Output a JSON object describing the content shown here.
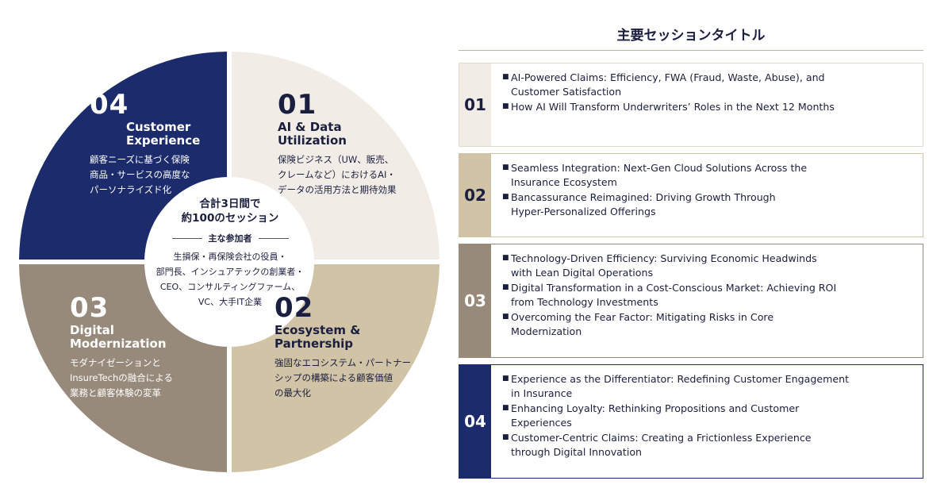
{
  "colors": {
    "q01": "#f1ece5",
    "q02": "#d0c3a6",
    "q03": "#978a7b",
    "q04": "#1b2b6b",
    "navy_text": "#1b1f3f"
  },
  "center": {
    "headline_line1": "合計3日間で",
    "headline_line2": "約100のセッション",
    "participants_label": "主な参加者",
    "participants_line1": "生損保・再保険会社の役員・",
    "participants_line2": "部門長、インシュアテックの創業者・",
    "participants_line3": "CEO、コンサルティングファーム、",
    "participants_line4": "VC、大手IT企業"
  },
  "quadrants": {
    "q04": {
      "number": "04",
      "title_line1": "Customer",
      "title_line2": "Experience",
      "desc_line1": "顧客ニーズに基づく保険",
      "desc_line2": "商品・サービスの高度な",
      "desc_line3": "パーソナライズド化"
    },
    "q01": {
      "number": "01",
      "title_line1": "AI & Data",
      "title_line2": "Utilization",
      "desc_line1": "保険ビジネス（UW、販売、",
      "desc_line2": "クレームなど）におけるAI・",
      "desc_line3": "データの活用方法と期待効果"
    },
    "q03": {
      "number": "03",
      "title_line1": "Digital",
      "title_line2": "Modernization",
      "desc_line1": "モダナイゼーションと",
      "desc_line2": "InsureTechの融合による",
      "desc_line3": "業務と顧客体験の変革"
    },
    "q02": {
      "number": "02",
      "title_line1": "Ecosystem &",
      "title_line2": "Partnership",
      "desc_line1": "強固なエコシステム・パートナー",
      "desc_line2": "シップの構築による顧客価値",
      "desc_line3": "の最大化"
    }
  },
  "sessions": {
    "title": "主要セッションタイトル",
    "groups": [
      {
        "number": "01",
        "items": [
          {
            "line1": "AI-Powered Claims: Efficiency, FWA (Fraud, Waste, Abuse), and",
            "line2": "Customer Satisfaction"
          },
          {
            "line1": "How AI Will Transform Underwriters’ Roles in the Next 12 Months",
            "line2": ""
          }
        ]
      },
      {
        "number": "02",
        "items": [
          {
            "line1": "Seamless Integration: Next-Gen Cloud Solutions Across the",
            "line2": "Insurance Ecosystem"
          },
          {
            "line1": "Bancassurance Reimagined: Driving Growth Through",
            "line2": "Hyper-Personalized Offerings"
          }
        ]
      },
      {
        "number": "03",
        "items": [
          {
            "line1": "Technology-Driven Efficiency: Surviving Economic Headwinds",
            "line2": "with Lean Digital Operations"
          },
          {
            "line1": "Digital Transformation in a Cost-Conscious Market: Achieving ROI",
            "line2": "from Technology Investments"
          },
          {
            "line1": "Overcoming the Fear Factor: Mitigating Risks in Core",
            "line2": "Modernization"
          }
        ]
      },
      {
        "number": "04",
        "items": [
          {
            "line1": "Experience as the Differentiator: Redefining Customer Engagement",
            "line2": "in Insurance"
          },
          {
            "line1": "Enhancing Loyalty: Rethinking Propositions and Customer",
            "line2": "Experiences"
          },
          {
            "line1": "Customer-Centric Claims: Creating a Frictionless Experience",
            "line2": "through Digital Innovation"
          }
        ]
      }
    ]
  }
}
